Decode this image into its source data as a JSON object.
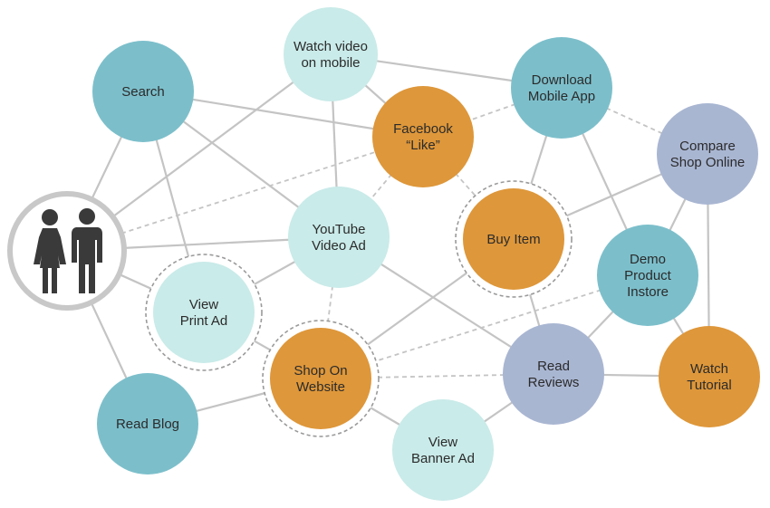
{
  "colors": {
    "teal_dark": "#7cbfcb",
    "teal_light": "#c9ebe9",
    "orange": "#de973a",
    "lavender": "#a9b6d2",
    "line": "#c4c4c4",
    "dashed_line": "#c4c4c4",
    "people_icon": "#3a3a3a"
  },
  "center": {
    "icon": "people-couple-icon"
  },
  "nodes": [
    {
      "id": "search",
      "name": "search-node",
      "lines": [
        "Search"
      ],
      "color": "teal_dark",
      "highlight": false
    },
    {
      "id": "watch_mobile",
      "name": "watch-video-on-mobile-node",
      "lines": [
        "Watch video",
        "on mobile"
      ],
      "color": "teal_light",
      "highlight": false
    },
    {
      "id": "download_app",
      "name": "download-mobile-app-node",
      "lines": [
        "Download",
        "Mobile App"
      ],
      "color": "teal_dark",
      "highlight": false
    },
    {
      "id": "facebook",
      "name": "facebook-like-node",
      "lines": [
        "Facebook",
        "“Like”"
      ],
      "color": "orange",
      "highlight": false
    },
    {
      "id": "compare",
      "name": "compare-shop-online-node",
      "lines": [
        "Compare",
        "Shop Online"
      ],
      "color": "lavender",
      "highlight": false
    },
    {
      "id": "youtube",
      "name": "youtube-video-ad-node",
      "lines": [
        "YouTube",
        "Video Ad"
      ],
      "color": "teal_light",
      "highlight": false
    },
    {
      "id": "buy",
      "name": "buy-item-node",
      "lines": [
        "Buy Item"
      ],
      "color": "orange",
      "highlight": true
    },
    {
      "id": "demo",
      "name": "demo-product-instore-node",
      "lines": [
        "Demo",
        "Product",
        "Instore"
      ],
      "color": "teal_dark",
      "highlight": false
    },
    {
      "id": "print_ad",
      "name": "view-print-ad-node",
      "lines": [
        "View",
        "Print Ad"
      ],
      "color": "teal_light",
      "highlight": true
    },
    {
      "id": "shop_web",
      "name": "shop-on-website-node",
      "lines": [
        "Shop On",
        "Website"
      ],
      "color": "orange",
      "highlight": true
    },
    {
      "id": "reviews",
      "name": "read-reviews-node",
      "lines": [
        "Read",
        "Reviews"
      ],
      "color": "lavender",
      "highlight": false
    },
    {
      "id": "tutorial",
      "name": "watch-tutorial-node",
      "lines": [
        "Watch",
        "Tutorial"
      ],
      "color": "orange",
      "highlight": false
    },
    {
      "id": "blog",
      "name": "read-blog-node",
      "lines": [
        "Read Blog"
      ],
      "color": "teal_dark",
      "highlight": false
    },
    {
      "id": "banner",
      "name": "view-banner-ad-node",
      "lines": [
        "View",
        "Banner Ad"
      ],
      "color": "teal_light",
      "highlight": false
    }
  ],
  "edges": [
    {
      "from": "center",
      "to": "search",
      "style": "solid"
    },
    {
      "from": "center",
      "to": "watch_mobile",
      "style": "solid"
    },
    {
      "from": "center",
      "to": "youtube",
      "style": "solid"
    },
    {
      "from": "center",
      "to": "facebook",
      "style": "dashed"
    },
    {
      "from": "center",
      "to": "print_ad",
      "style": "solid"
    },
    {
      "from": "center",
      "to": "blog",
      "style": "solid"
    },
    {
      "from": "search",
      "to": "facebook",
      "style": "solid"
    },
    {
      "from": "search",
      "to": "youtube",
      "style": "solid"
    },
    {
      "from": "search",
      "to": "print_ad",
      "style": "solid"
    },
    {
      "from": "watch_mobile",
      "to": "download_app",
      "style": "solid"
    },
    {
      "from": "watch_mobile",
      "to": "youtube",
      "style": "solid"
    },
    {
      "from": "watch_mobile",
      "to": "facebook",
      "style": "solid"
    },
    {
      "from": "download_app",
      "to": "facebook",
      "style": "dashed"
    },
    {
      "from": "download_app",
      "to": "buy",
      "style": "solid"
    },
    {
      "from": "download_app",
      "to": "demo",
      "style": "solid"
    },
    {
      "from": "download_app",
      "to": "compare",
      "style": "dashed"
    },
    {
      "from": "facebook",
      "to": "youtube",
      "style": "dashed"
    },
    {
      "from": "facebook",
      "to": "buy",
      "style": "dashed"
    },
    {
      "from": "compare",
      "to": "buy",
      "style": "solid"
    },
    {
      "from": "compare",
      "to": "demo",
      "style": "solid"
    },
    {
      "from": "compare",
      "to": "tutorial",
      "style": "solid"
    },
    {
      "from": "youtube",
      "to": "print_ad",
      "style": "solid"
    },
    {
      "from": "youtube",
      "to": "shop_web",
      "style": "dashed"
    },
    {
      "from": "youtube",
      "to": "reviews",
      "style": "solid"
    },
    {
      "from": "buy",
      "to": "shop_web",
      "style": "solid"
    },
    {
      "from": "buy",
      "to": "reviews",
      "style": "solid"
    },
    {
      "from": "demo",
      "to": "reviews",
      "style": "solid"
    },
    {
      "from": "demo",
      "to": "shop_web",
      "style": "dashed"
    },
    {
      "from": "demo",
      "to": "tutorial",
      "style": "solid"
    },
    {
      "from": "print_ad",
      "to": "shop_web",
      "style": "solid"
    },
    {
      "from": "shop_web",
      "to": "blog",
      "style": "solid"
    },
    {
      "from": "shop_web",
      "to": "reviews",
      "style": "dashed"
    },
    {
      "from": "shop_web",
      "to": "banner",
      "style": "solid"
    },
    {
      "from": "reviews",
      "to": "tutorial",
      "style": "solid"
    },
    {
      "from": "reviews",
      "to": "banner",
      "style": "solid"
    }
  ]
}
